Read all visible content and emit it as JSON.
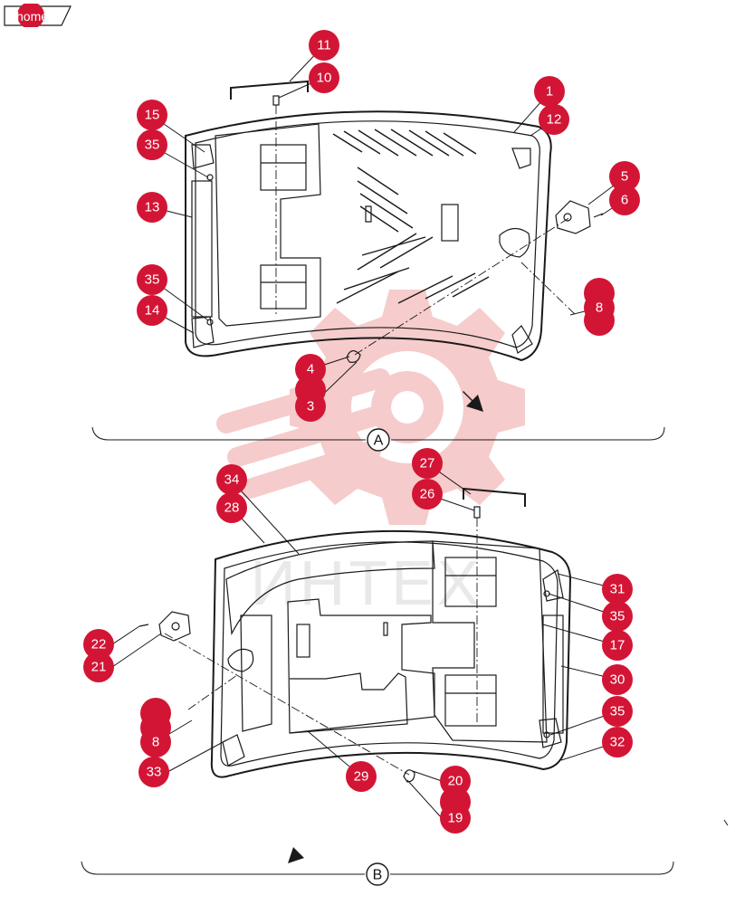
{
  "nav": {
    "home_label": "home"
  },
  "sections": {
    "a_label": "A",
    "b_label": "B"
  },
  "watermark": {
    "text": "ИНТЕХ",
    "color": "#f2b8b8"
  },
  "callout_color": "#d31535",
  "callouts_a": [
    "11",
    "10",
    "1",
    "12",
    "15",
    "35",
    "5",
    "6",
    "13",
    "35",
    "14",
    "8",
    "4",
    "3"
  ],
  "callouts_b": [
    "27",
    "34",
    "26",
    "28",
    "31",
    "35",
    "17",
    "22",
    "21",
    "30",
    "35",
    "8",
    "32",
    "33",
    "29",
    "20",
    "19"
  ]
}
